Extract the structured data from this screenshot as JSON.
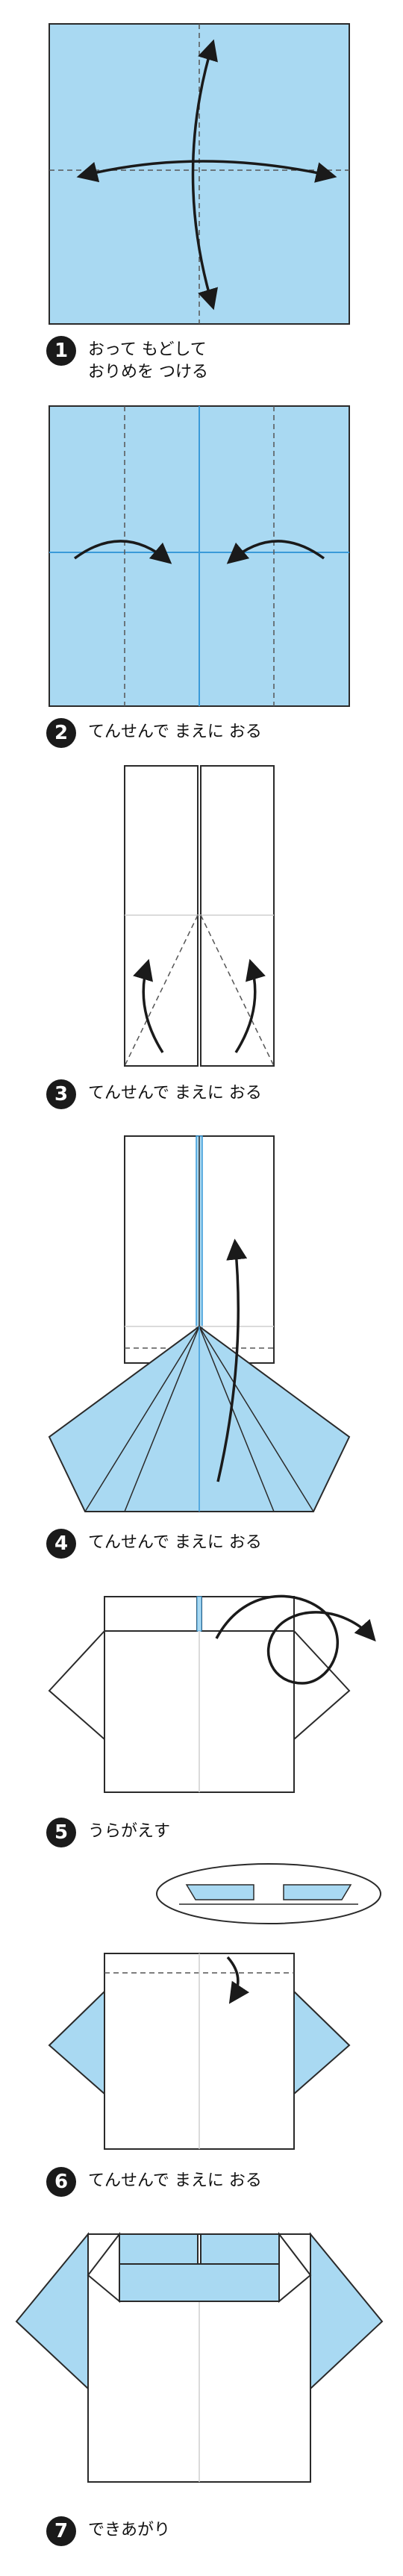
{
  "colors": {
    "paper_blue": "#a9d9f2",
    "line": "#2a2a2a",
    "fold_blue": "#3a9ad9",
    "badge": "#1a1a1a"
  },
  "icons": [
    "step-number-badge",
    "fold-arrow",
    "flip-over-loop-arrow",
    "magnified-collar-inset"
  ],
  "steps": [
    {
      "number": "1",
      "lines": [
        "おって もどして",
        "おりめを つける"
      ]
    },
    {
      "number": "2",
      "lines": [
        "てんせんで まえに おる"
      ]
    },
    {
      "number": "3",
      "lines": [
        "てんせんで まえに おる"
      ]
    },
    {
      "number": "4",
      "lines": [
        "てんせんで まえに おる"
      ]
    },
    {
      "number": "5",
      "lines": [
        "うらがえす"
      ]
    },
    {
      "number": "6",
      "lines": [
        "てんせんで まえに おる"
      ]
    },
    {
      "number": "7",
      "lines": [
        "できあがり"
      ]
    }
  ]
}
